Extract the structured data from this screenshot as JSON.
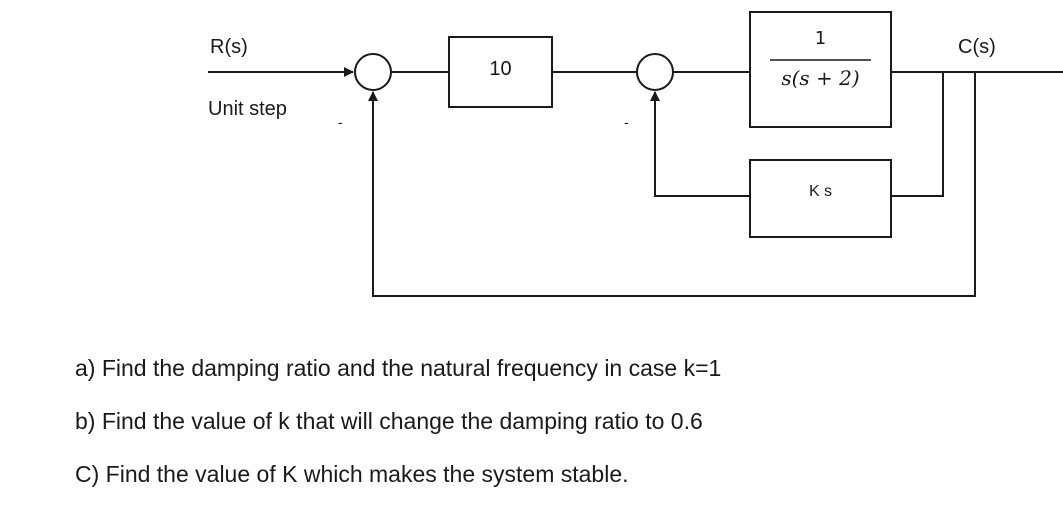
{
  "diagram": {
    "input_label": "R(s)",
    "input_type": "Unit step",
    "output_label": "C(s)",
    "gain_block": "10",
    "plant_numerator": "1",
    "plant_denominator": "s(s + 2)",
    "feedback_block": "K s",
    "summer1_minus": "-",
    "summer2_minus": "-"
  },
  "questions": [
    "a) Find the damping ratio and the natural frequency in case k=1",
    "b) Find the value of k that will change the damping ratio to 0.6",
    "C) Find the value of K which makes the system stable."
  ]
}
